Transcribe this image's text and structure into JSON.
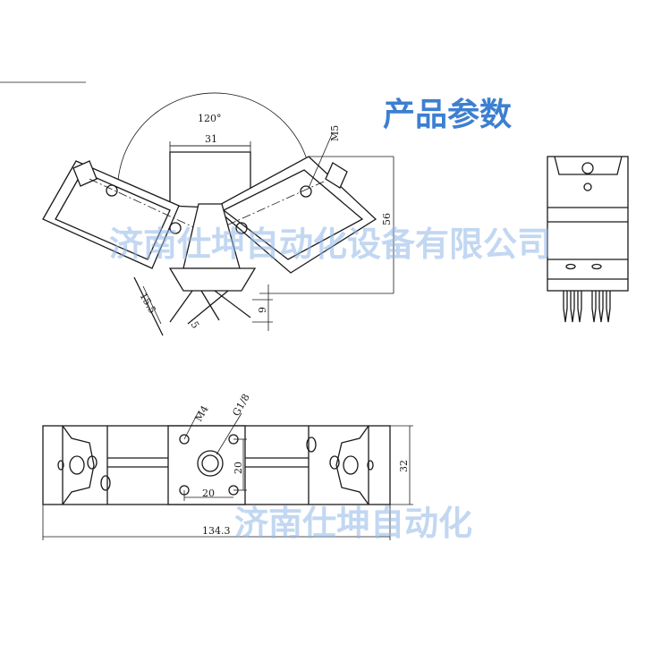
{
  "title": "产品参数",
  "watermark_top": "济南仕坤自动化设备有限公司",
  "watermark_bottom": "济南仕坤自动化",
  "colors": {
    "title": "#3d7fd0",
    "watermark": "#8fb6e6",
    "line": "#1a1a1a"
  },
  "dimensions": {
    "angle": "120°",
    "width_31": "31",
    "thread_m5": "M5",
    "height_56": "56",
    "dim_15_5": "15.5",
    "dim_5": "5",
    "dim_9": "9",
    "thread_m4": "M4",
    "thread_g18": "G1/8",
    "dim_20_v": "20",
    "dim_20_h": "20",
    "height_32": "32",
    "length_134_3": "134.3"
  }
}
